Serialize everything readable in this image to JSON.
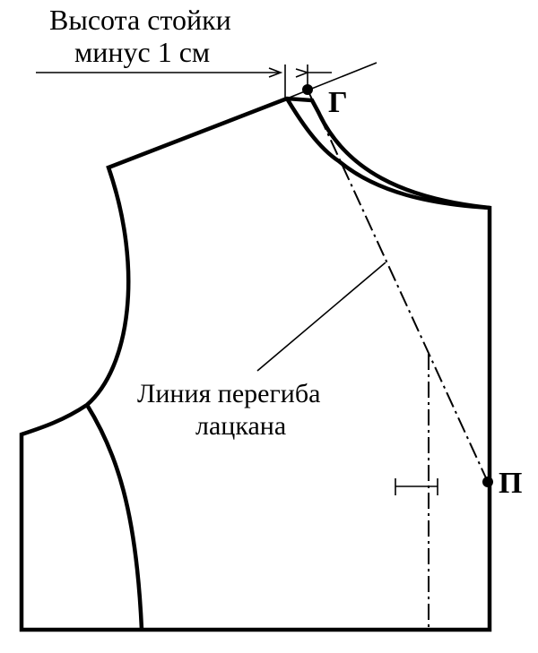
{
  "annotation": {
    "collar_height_line1": "Высота стойки",
    "collar_height_line2": "минус 1 см"
  },
  "points": {
    "g": "Г",
    "p": "П"
  },
  "fold_line_label": {
    "line1": "Линия перегиба",
    "line2": "лацкана"
  },
  "colors": {
    "ink": "#000000",
    "paper": "#ffffff"
  }
}
